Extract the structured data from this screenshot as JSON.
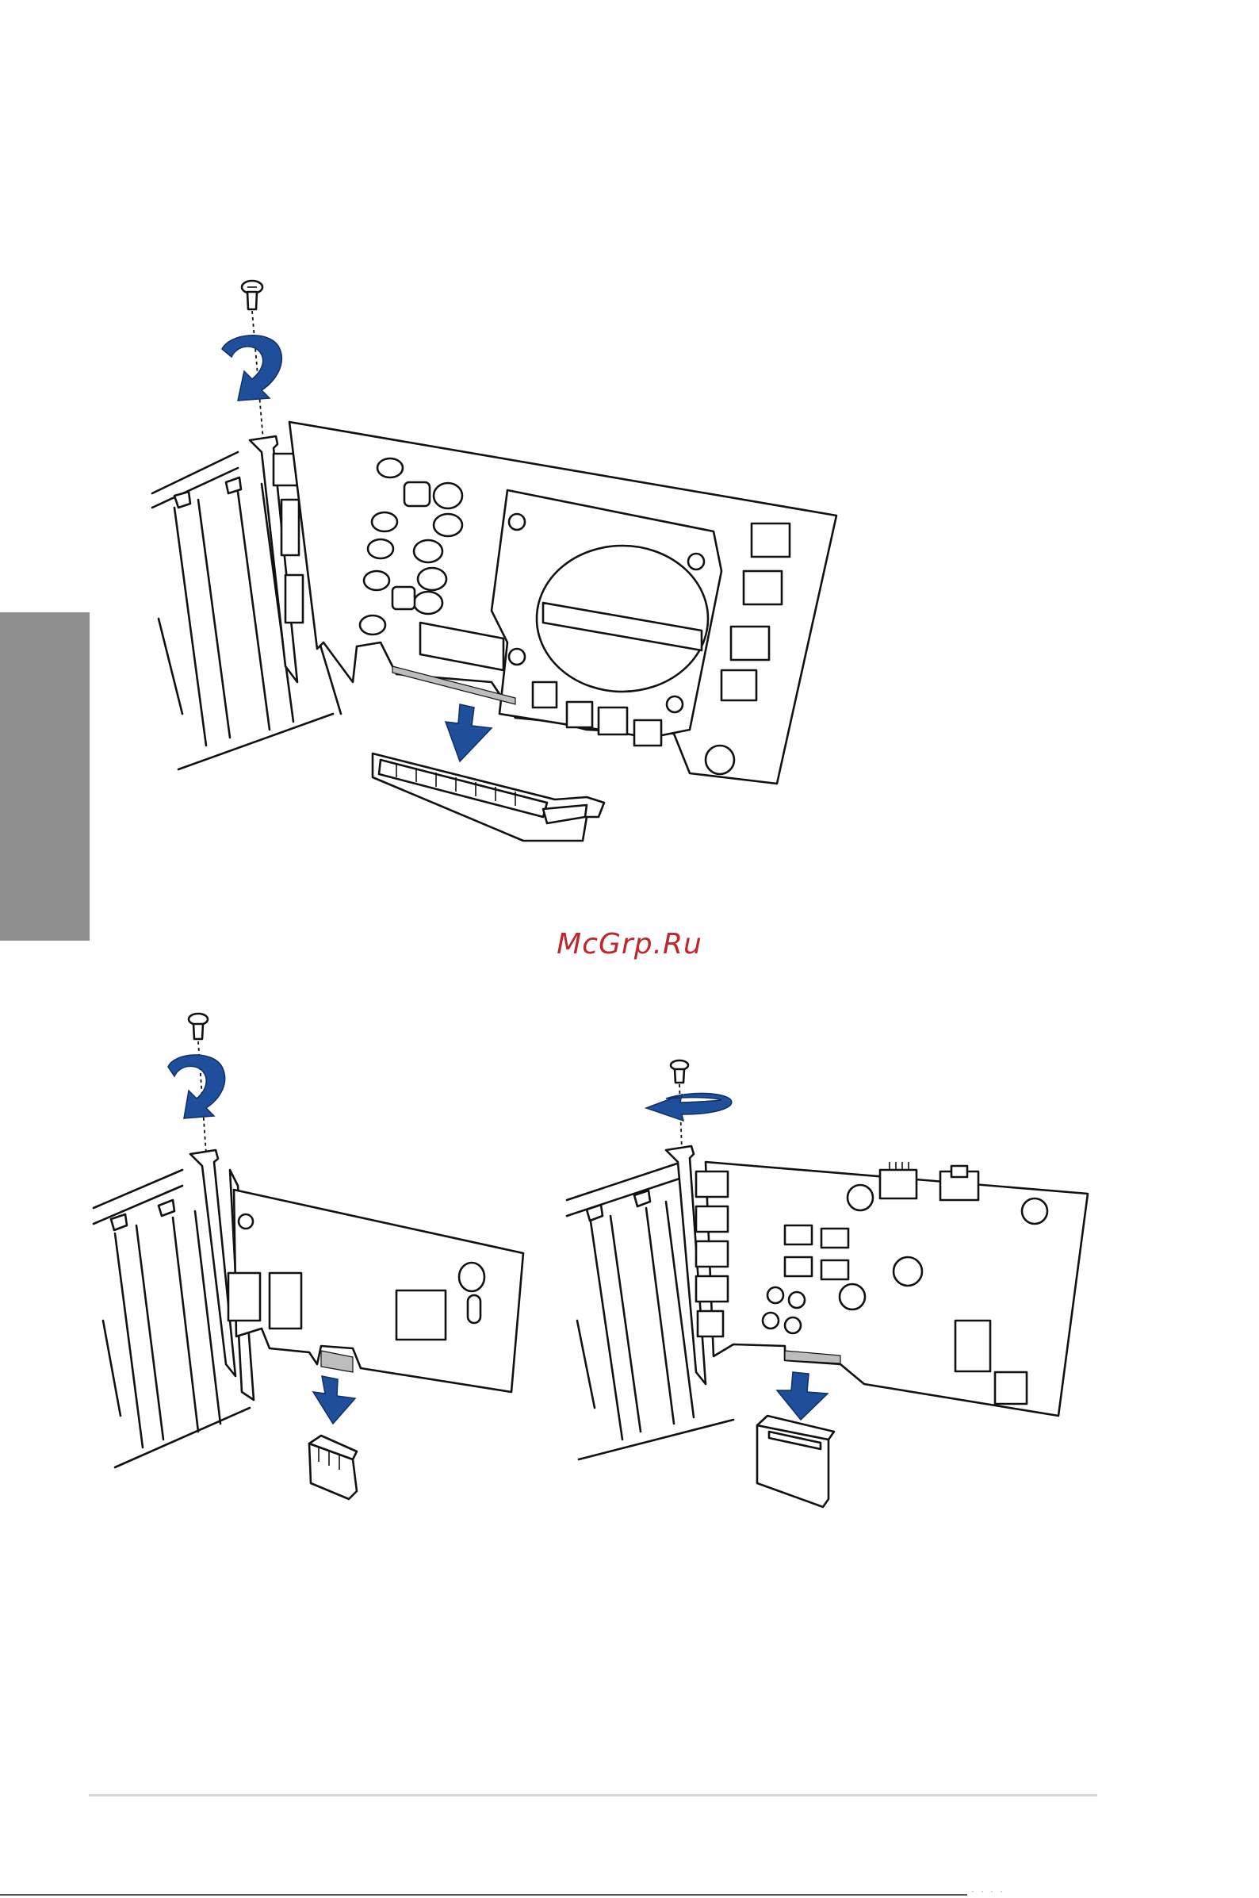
{
  "page": {
    "watermark": "McGrp.Ru",
    "bottom_ghost": "· ·  ·  ·"
  },
  "figures": [
    {
      "name": "graphics-card-install"
    },
    {
      "name": "pcie-x1-card-install"
    },
    {
      "name": "audio-card-install"
    }
  ],
  "colors": {
    "arrow_blue": "#1f4e9b",
    "side_tab_gray": "#8f8f8f",
    "watermark_red": "#c0272d"
  },
  "icons": [
    "screw-icon",
    "rotate-arrow-icon",
    "insert-arrow-icon"
  ]
}
